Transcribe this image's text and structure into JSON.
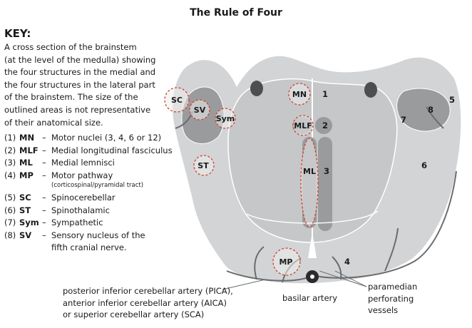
{
  "title": "The Rule of Four",
  "key": {
    "heading": "KEY:",
    "description_lines": [
      "A cross section of the brainstem",
      "(at the level of the medulla) showing",
      "the four structures in the medial and",
      "the four structures in the lateral part",
      "of the brainstem. The size of the",
      "outlined areas is not representative",
      "of their anatomical size."
    ],
    "legend": [
      {
        "num": "(1)",
        "abbr": "MN",
        "dash": "–",
        "text": "Motor nuclei (3, 4, 6 or 12)"
      },
      {
        "num": "(2)",
        "abbr": "MLF",
        "dash": "–",
        "text": "Medial longitudinal fasciculus"
      },
      {
        "num": "(3)",
        "abbr": "ML",
        "dash": "–",
        "text": "Medial lemnisci"
      },
      {
        "num": "(4)",
        "abbr": "MP",
        "dash": "–",
        "text": "Motor pathway"
      },
      {
        "num": "(5)",
        "abbr": "SC",
        "dash": "–",
        "text": "Spinocerebellar"
      },
      {
        "num": "(6)",
        "abbr": "ST",
        "dash": "–",
        "text": "Spinothalamic"
      },
      {
        "num": "(7)",
        "abbr": "Sym",
        "dash": "–",
        "text": "Sympathetic"
      },
      {
        "num": "(8)",
        "abbr": "SV",
        "dash": "–",
        "text": "Sensory nucleus of the"
      }
    ],
    "legend_mp_sub": "(corticospinal/pyramidal tract)",
    "legend_sv_sub": "fifth cranial nerve."
  },
  "diagram": {
    "structure_labels": {
      "mn": "MN",
      "mlf": "MLF",
      "ml": "ML",
      "mp": "MP",
      "sc": "SC",
      "sv": "SV",
      "sym": "Sym",
      "st": "ST"
    },
    "numbers": {
      "n1": "1",
      "n2": "2",
      "n3": "3",
      "n4": "4",
      "n5": "5",
      "n6": "6",
      "n7": "7",
      "n8": "8"
    }
  },
  "annotations": {
    "arteries_lines": [
      "posterior inferior cerebellar artery (PICA),",
      "anterior inferior cerebellar artery (AICA)",
      "or superior cerebellar artery (SCA)"
    ],
    "basilar": "basilar artery",
    "paramedian_lines": [
      "paramedian",
      "perforating",
      "vessels"
    ]
  },
  "colors": {
    "outer_tissue": "#d3d4d6",
    "inner_tissue": "#c6c7c9",
    "dark_regions": "#9a9b9d",
    "outline": "#ffffff",
    "vessel": "#6b6c6e",
    "dashed_circle": "#d2402f",
    "highlight_fill": "#ececec"
  }
}
